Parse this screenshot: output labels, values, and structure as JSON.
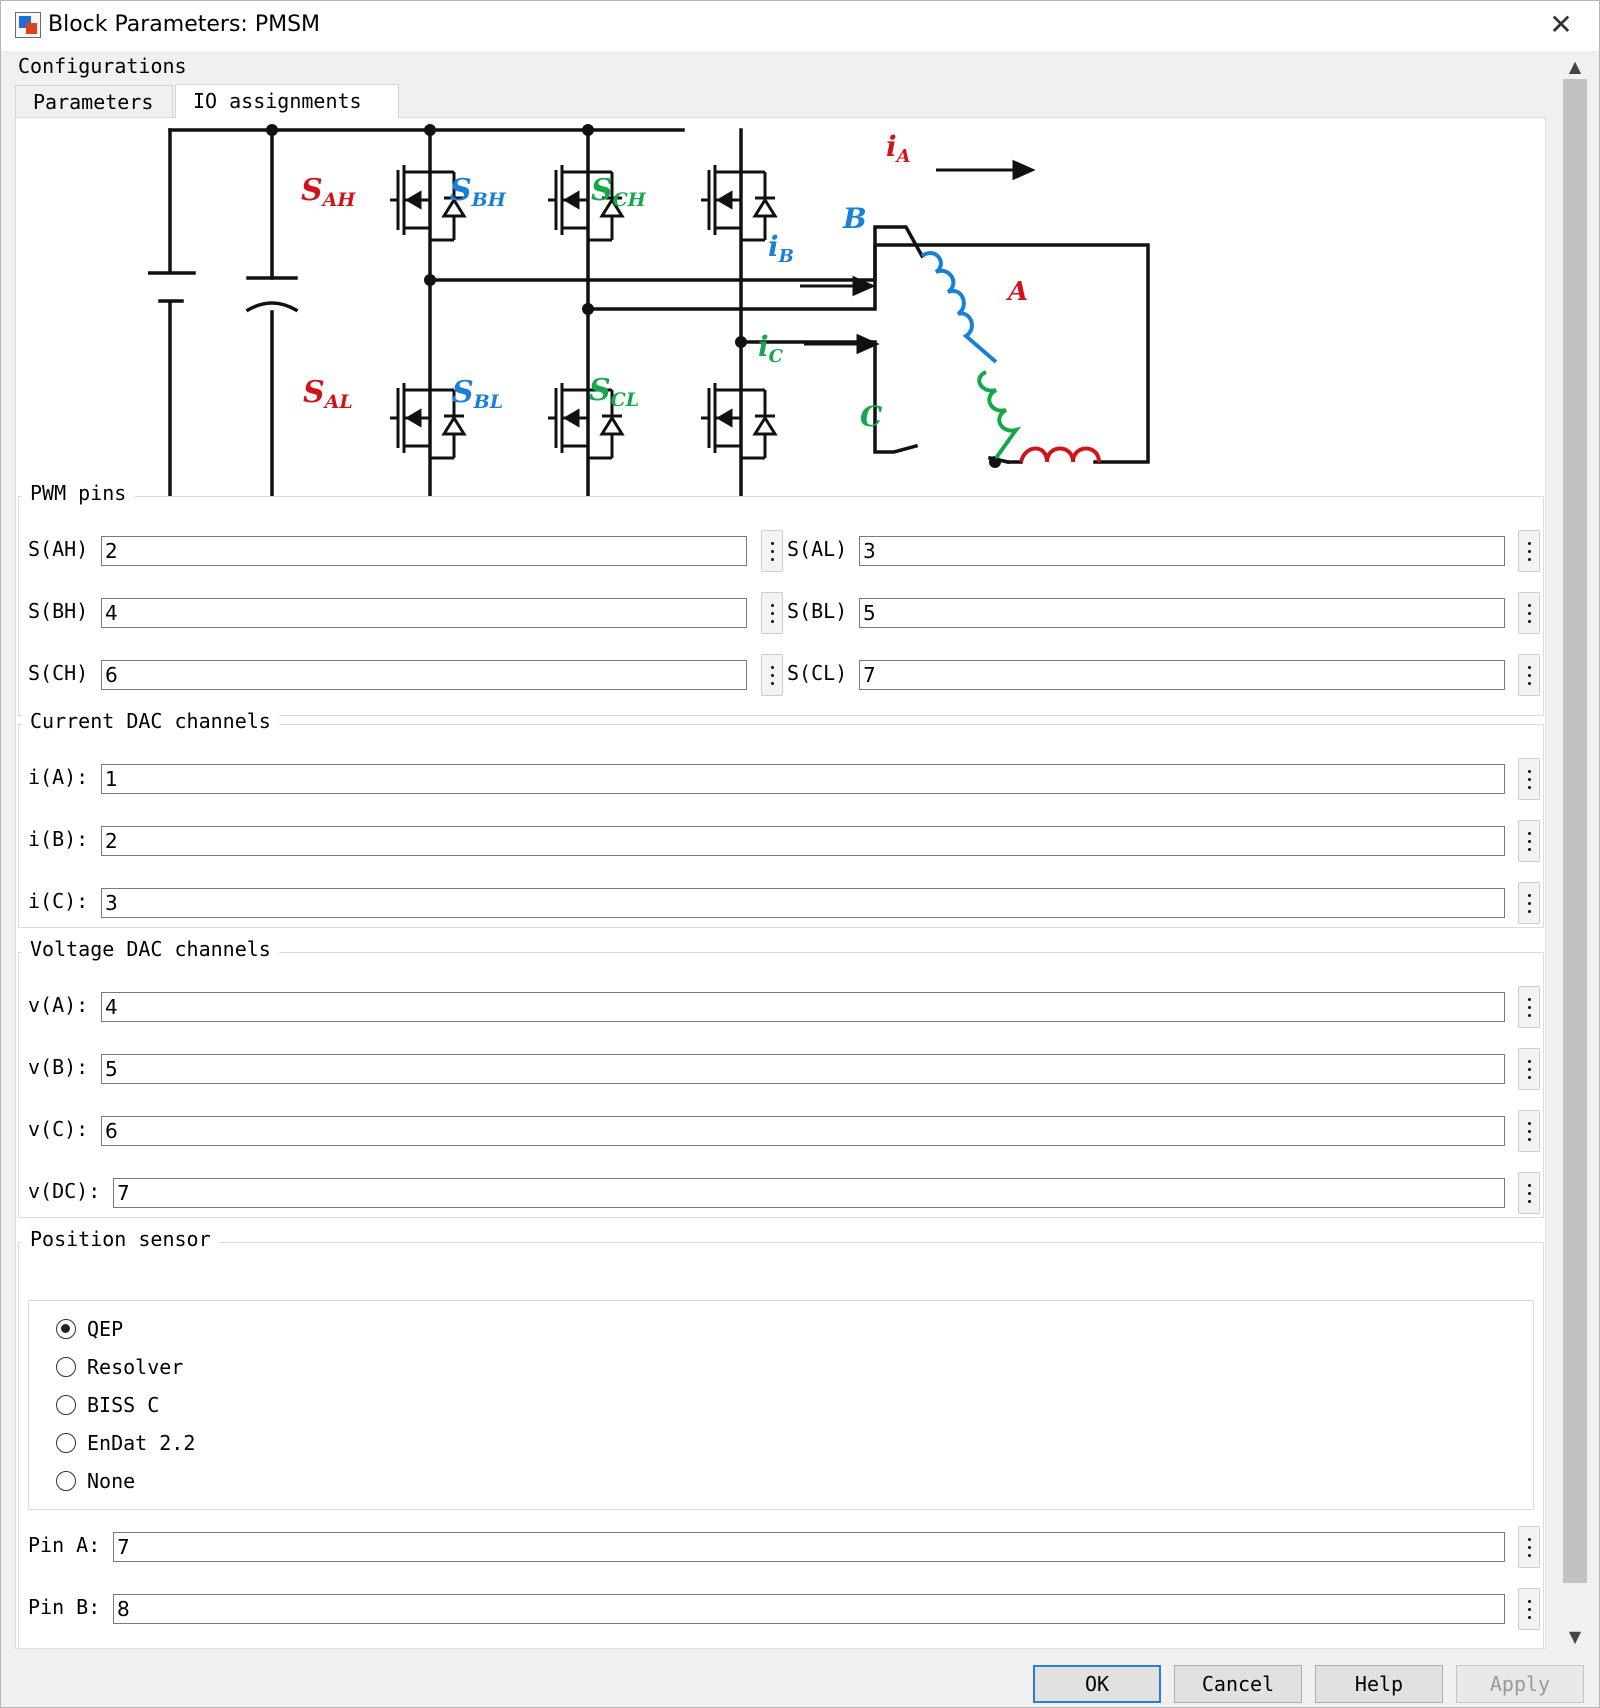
{
  "window": {
    "title": "Block Parameters: PMSM",
    "close_glyph": "✕"
  },
  "configurations_label": "Configurations",
  "tabs": [
    {
      "label": "Parameters",
      "active": false
    },
    {
      "label": "IO assignments",
      "active": true
    }
  ],
  "diagram": {
    "switch_labels": {
      "AH": {
        "main": "S",
        "sub": "AH",
        "color": "#d0141a"
      },
      "BH": {
        "main": "S",
        "sub": "BH",
        "color": "#1a7fd6"
      },
      "CH": {
        "main": "S",
        "sub": "CH",
        "color": "#15a84a"
      },
      "AL": {
        "main": "S",
        "sub": "AL",
        "color": "#d0141a"
      },
      "BL": {
        "main": "S",
        "sub": "BL",
        "color": "#1a7fd6"
      },
      "CL": {
        "main": "S",
        "sub": "CL",
        "color": "#15a84a"
      }
    },
    "current_labels": {
      "A": {
        "main": "i",
        "sub": "A",
        "color": "#d0141a"
      },
      "B": {
        "main": "i",
        "sub": "B",
        "color": "#1a7fd6"
      },
      "C": {
        "main": "i",
        "sub": "C",
        "color": "#15a84a"
      }
    },
    "phase_labels": {
      "A": {
        "text": "A",
        "color": "#d0141a"
      },
      "B": {
        "text": "B",
        "color": "#1a7fd6"
      },
      "C": {
        "text": "C",
        "color": "#15a84a"
      }
    }
  },
  "pwm_pins": {
    "title": "PWM pins",
    "left": [
      {
        "label": "S(AH)",
        "value": "2"
      },
      {
        "label": "S(BH)",
        "value": "4"
      },
      {
        "label": "S(CH)",
        "value": "6"
      }
    ],
    "right": [
      {
        "label": "S(AL)",
        "value": "3"
      },
      {
        "label": "S(BL)",
        "value": "5"
      },
      {
        "label": "S(CL)",
        "value": "7"
      }
    ]
  },
  "current_dac": {
    "title": "Current DAC channels",
    "fields": [
      {
        "label": "i(A):",
        "value": "1"
      },
      {
        "label": "i(B):",
        "value": "2"
      },
      {
        "label": "i(C):",
        "value": "3"
      }
    ]
  },
  "voltage_dac": {
    "title": "Voltage DAC channels",
    "fields": [
      {
        "label": "v(A):",
        "value": "4"
      },
      {
        "label": "v(B):",
        "value": "5"
      },
      {
        "label": "v(C):",
        "value": "6"
      },
      {
        "label": "v(DC):",
        "value": "7"
      }
    ]
  },
  "position_sensor": {
    "title": "Position sensor",
    "options": [
      "QEP",
      "Resolver",
      "BISS C",
      "EnDat 2.2",
      "None"
    ],
    "selected": "QEP",
    "pins": [
      {
        "label": "Pin A:",
        "value": "7"
      },
      {
        "label": "Pin B:",
        "value": "8"
      }
    ]
  },
  "buttons": {
    "ok": "OK",
    "cancel": "Cancel",
    "help": "Help",
    "apply": "Apply"
  },
  "scroll": {
    "up_glyph": "▲",
    "down_glyph": "▼"
  }
}
